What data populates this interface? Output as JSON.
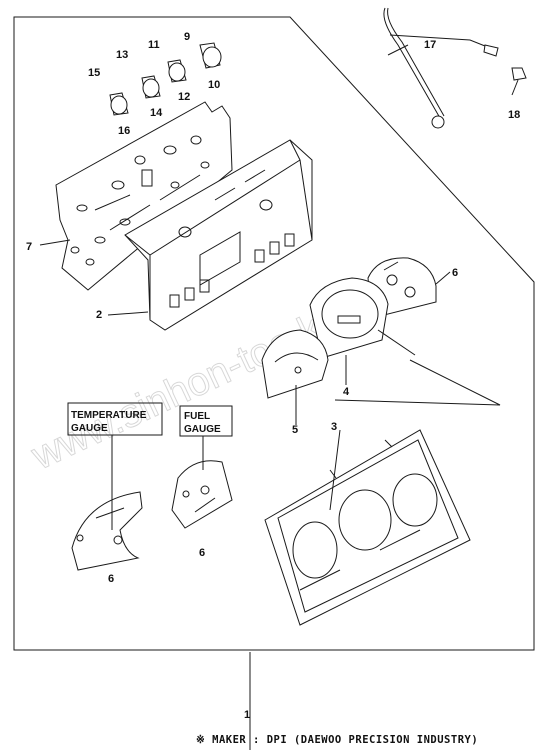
{
  "labels": {
    "p1": "1",
    "p2": "2",
    "p3": "3",
    "p4": "4",
    "p5": "5",
    "p6a": "6",
    "p6b": "6",
    "p6c": "6",
    "p7": "7",
    "p9": "9",
    "p10": "10",
    "p11": "11",
    "p12": "12",
    "p13": "13",
    "p14": "14",
    "p15": "15",
    "p16": "16",
    "p17": "17",
    "p18": "18"
  },
  "boxes": {
    "temp_line1": "TEMPERATURE",
    "temp_line2": "GAUGE",
    "fuel_line1": "FUEL",
    "fuel_line2": "GAUGE"
  },
  "footer": {
    "maker": "※ MAKER : DPI (DAEWOO PRECISION INDUSTRY)"
  },
  "watermark": "www.sinhon-too.kz"
}
